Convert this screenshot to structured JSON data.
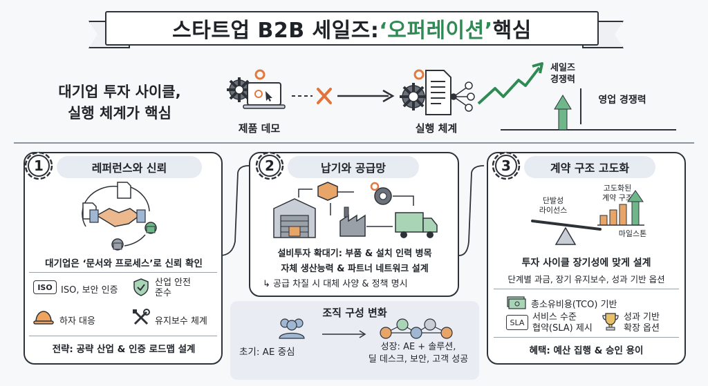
{
  "title": {
    "prefix": "스타트업 B2B 세일즈: ",
    "highlight": "‘오퍼레이션’",
    "suffix": " 핵심"
  },
  "top": {
    "lead_line1": "대기업 투자 사이클,",
    "lead_line2": "실행 체계가 핵심",
    "demo_label": "제품 데모",
    "system_label": "실행 체계",
    "sales_label_line1": "세일즈",
    "sales_label_line2": "경쟁력",
    "biz_label": "영업 경쟁력"
  },
  "panel1": {
    "number": "1",
    "title": "레퍼런스와 신뢰",
    "statement": "대기업은 ‘문서와 프로세스’로 신뢰 확인",
    "iso_badge": "ISO",
    "iso_label": "ISO, 보안 인증",
    "safety_label_line1": "산업 안전",
    "safety_label_line2": "준수",
    "defect_label": "하자 대응",
    "maint_label": "유지보수 체계",
    "strategy": "전략: 공략 산업 & 인증 로드맵 설계"
  },
  "panel2": {
    "number": "2",
    "title": "납기와 공급망",
    "line1": "설비투자 확대기: 부품 & 설치 인력 병목",
    "line2": "자체 생산능력 & 파트너 네트워크 설계",
    "line3": "↳ 공급 차질 시 대체 사양 & 정책 명시"
  },
  "org": {
    "title": "조직 구성 변화",
    "early": "초기: AE 중심",
    "growth_line1": "성장: AE + 솔루션,",
    "growth_line2": "딜 데스크, 보안, 고객 성공"
  },
  "panel3": {
    "number": "3",
    "title": "계약 구조 고도화",
    "single_line1": "단발성",
    "single_line2": "라이선스",
    "advanced_line1": "고도화된",
    "advanced_line2": "계약 구조",
    "milestone": "마일스톤",
    "statement1": "투자 사이클 장기성에 맞게 설계",
    "statement2": "단계별 과금, 장기 유지보수, 성과 기반 옵션",
    "tco_label": "총소유비용(TCO) 기반",
    "sla_badge": "SLA",
    "sla_line1": "서비스 수준",
    "sla_line2": "협약(SLA) 제시",
    "perf_line1": "성과 기반",
    "perf_line2": "확장 옵션",
    "benefit": "혜택: 예산 집행 & 승인 용이"
  },
  "colors": {
    "accent_green": "#2f8a55",
    "gear_orange": "#e07a3f",
    "pill_bg": "#e7ebf2",
    "x_mark": "#e0743a"
  }
}
